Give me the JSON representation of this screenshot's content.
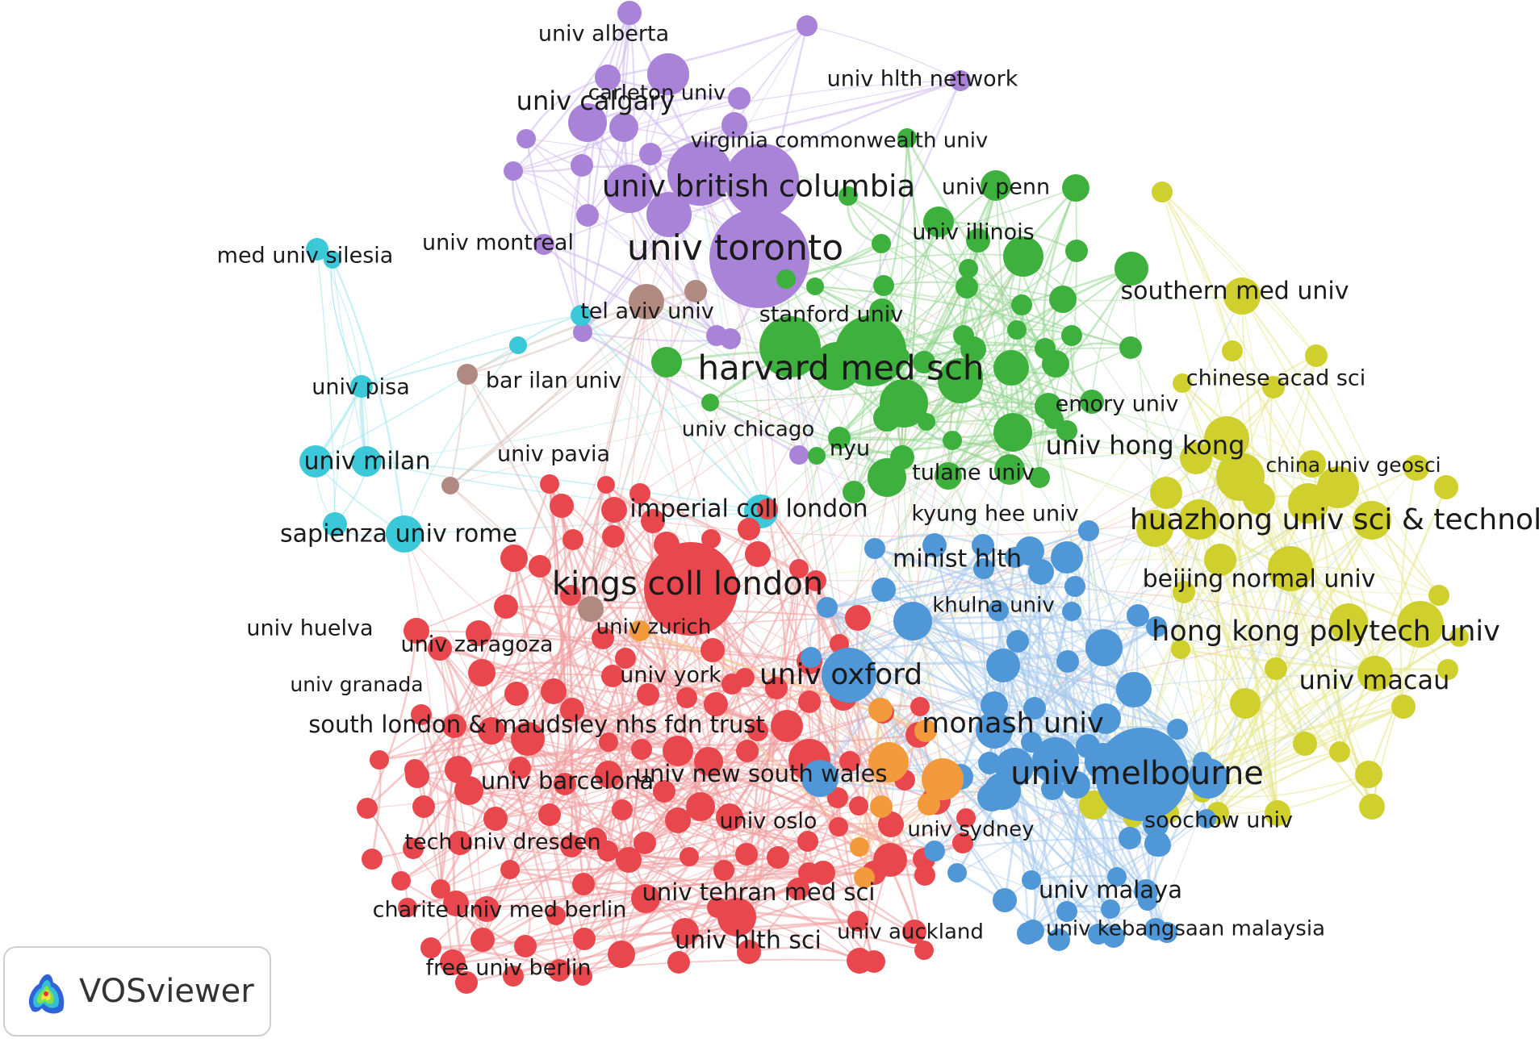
{
  "app": {
    "brand": "VOSviewer",
    "logo_icon": "vosviewer-heatmap-logo-icon"
  },
  "clusters": {
    "red": {
      "node": "#e8474e",
      "edge": "#f19a9d"
    },
    "green": {
      "node": "#3db03d",
      "edge": "#94d68f"
    },
    "blue": {
      "node": "#4f97d6",
      "edge": "#a5c9ec"
    },
    "yellow": {
      "node": "#cfcf2e",
      "edge": "#e6e68a"
    },
    "purple": {
      "node": "#a883d8",
      "edge": "#cdb6ee"
    },
    "cyan": {
      "node": "#3bc8d8",
      "edge": "#9ae3ec"
    },
    "brown": {
      "node": "#b08a80",
      "edge": "#d8c2bc"
    },
    "orange": {
      "node": "#f39a3c",
      "edge": "#f7c592"
    }
  },
  "labels": [
    {
      "text": "univ alberta",
      "cluster": "purple"
    },
    {
      "text": "univ calgary",
      "cluster": "purple"
    },
    {
      "text": "carleton univ",
      "cluster": "purple"
    },
    {
      "text": "univ hlth network",
      "cluster": "purple"
    },
    {
      "text": "virginia commonwealth univ",
      "cluster": "green"
    },
    {
      "text": "univ british columbia",
      "cluster": "purple"
    },
    {
      "text": "univ penn",
      "cluster": "green"
    },
    {
      "text": "univ montreal",
      "cluster": "purple"
    },
    {
      "text": "med univ silesia",
      "cluster": "cyan"
    },
    {
      "text": "univ toronto",
      "cluster": "purple"
    },
    {
      "text": "univ illinois",
      "cluster": "green"
    },
    {
      "text": "southern med univ",
      "cluster": "yellow"
    },
    {
      "text": "tel aviv univ",
      "cluster": "brown"
    },
    {
      "text": "stanford univ",
      "cluster": "green"
    },
    {
      "text": "harvard med sch",
      "cluster": "green"
    },
    {
      "text": "chinese acad sci",
      "cluster": "yellow"
    },
    {
      "text": "univ pisa",
      "cluster": "cyan"
    },
    {
      "text": "bar ilan univ",
      "cluster": "brown"
    },
    {
      "text": "emory univ",
      "cluster": "green"
    },
    {
      "text": "univ chicago",
      "cluster": "green"
    },
    {
      "text": "univ hong kong",
      "cluster": "yellow"
    },
    {
      "text": "univ pavia",
      "cluster": "red"
    },
    {
      "text": "nyu",
      "cluster": "green"
    },
    {
      "text": "univ milan",
      "cluster": "cyan"
    },
    {
      "text": "china univ geosci",
      "cluster": "yellow"
    },
    {
      "text": "tulane univ",
      "cluster": "green"
    },
    {
      "text": "imperial coll london",
      "cluster": "cyan"
    },
    {
      "text": "kyung hee univ",
      "cluster": "blue"
    },
    {
      "text": "huazhong univ sci & technol",
      "cluster": "yellow"
    },
    {
      "text": "sapienza univ rome",
      "cluster": "cyan"
    },
    {
      "text": "minist hlth",
      "cluster": "blue"
    },
    {
      "text": "kings coll london",
      "cluster": "red"
    },
    {
      "text": "beijing normal univ",
      "cluster": "yellow"
    },
    {
      "text": "khulna univ",
      "cluster": "blue"
    },
    {
      "text": "univ zurich",
      "cluster": "orange"
    },
    {
      "text": "univ huelva",
      "cluster": "red"
    },
    {
      "text": "hong kong polytech univ",
      "cluster": "yellow"
    },
    {
      "text": "univ zaragoza",
      "cluster": "red"
    },
    {
      "text": "univ york",
      "cluster": "red"
    },
    {
      "text": "univ oxford",
      "cluster": "blue"
    },
    {
      "text": "univ granada",
      "cluster": "red"
    },
    {
      "text": "univ macau",
      "cluster": "yellow"
    },
    {
      "text": "south london & maudsley nhs fdn trust",
      "cluster": "red"
    },
    {
      "text": "monash univ",
      "cluster": "blue"
    },
    {
      "text": "univ new south wales",
      "cluster": "orange"
    },
    {
      "text": "univ melbourne",
      "cluster": "blue"
    },
    {
      "text": "univ barcelona",
      "cluster": "red"
    },
    {
      "text": "univ oslo",
      "cluster": "red"
    },
    {
      "text": "soochow univ",
      "cluster": "yellow"
    },
    {
      "text": "univ sydney",
      "cluster": "blue"
    },
    {
      "text": "tech univ dresden",
      "cluster": "red"
    },
    {
      "text": "univ tehran med sci",
      "cluster": "red"
    },
    {
      "text": "univ malaya",
      "cluster": "blue"
    },
    {
      "text": "charite univ med berlin",
      "cluster": "red"
    },
    {
      "text": "univ auckland",
      "cluster": "red"
    },
    {
      "text": "univ kebangsaan malaysia",
      "cluster": "blue"
    },
    {
      "text": "univ hlth sci",
      "cluster": "red"
    },
    {
      "text": "free univ berlin",
      "cluster": "red"
    }
  ]
}
